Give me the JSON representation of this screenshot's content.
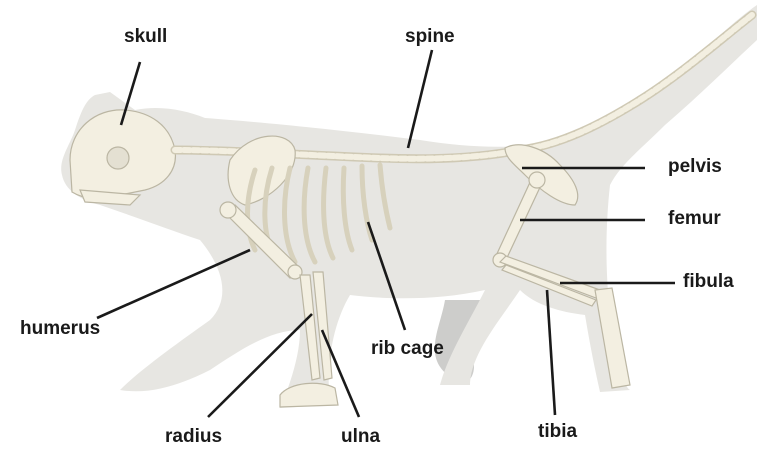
{
  "diagram": {
    "labels": {
      "skull": "skull",
      "spine": "spine",
      "pelvis": "pelvis",
      "femur": "femur",
      "fibula": "fibula",
      "humerus": "humerus",
      "rib_cage": "rib cage",
      "tibia": "tibia",
      "radius": "radius",
      "ulna": "ulna"
    },
    "colors": {
      "body": "#e6e5e1",
      "shadow_legs": "#c9c9c7",
      "bone": "#f2eee0",
      "bone_outline": "#bdb8a6",
      "leader_line": "#1a1a1a"
    }
  }
}
